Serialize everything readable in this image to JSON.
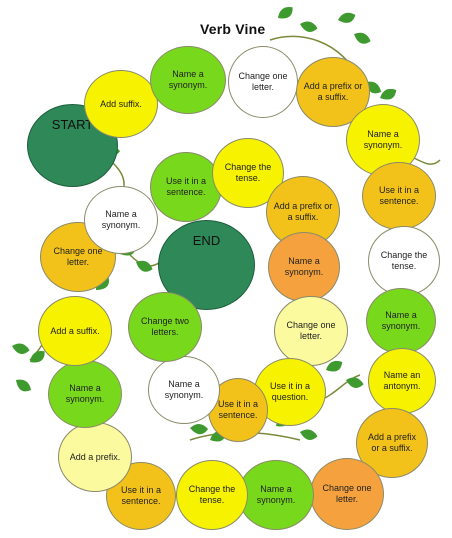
{
  "title": "Verb Vine",
  "colors": {
    "yellow": "#f6f200",
    "light_yellow": "#fbfa9e",
    "green": "#77d81c",
    "gold": "#f2c21a",
    "orange": "#f5a23e",
    "white": "#ffffff",
    "dark_green": "#2e8857",
    "leaf": "#3e9a2e",
    "vine": "#7b8a3a"
  },
  "board": {
    "start_label": "START",
    "end_label": "END",
    "spaces": [
      {
        "text": "Add suffix.",
        "color": "yellow"
      },
      {
        "text": "Name a synonym.",
        "color": "green"
      },
      {
        "text": "Change one letter.",
        "color": "white"
      },
      {
        "text": "Add a prefix or a suffix.",
        "color": "gold"
      },
      {
        "text": "Name a synonym.",
        "color": "yellow"
      },
      {
        "text": "Use it in a sentence.",
        "color": "gold"
      },
      {
        "text": "Change the tense.",
        "color": "white"
      },
      {
        "text": "Name a synonym.",
        "color": "green"
      },
      {
        "text": "Name an antonym.",
        "color": "yellow"
      },
      {
        "text": "Add a prefix or a suffix.",
        "color": "gold"
      },
      {
        "text": "Change one letter.",
        "color": "orange"
      },
      {
        "text": "Name a synonym.",
        "color": "green"
      },
      {
        "text": "Change the tense.",
        "color": "yellow"
      },
      {
        "text": "Use it in a sentence.",
        "color": "gold"
      },
      {
        "text": "Add a prefix.",
        "color": "light_yellow"
      },
      {
        "text": "Name a synonym.",
        "color": "green"
      },
      {
        "text": "Add a suffix.",
        "color": "yellow"
      },
      {
        "text": "Change one letter.",
        "color": "gold"
      },
      {
        "text": "Name a synonym.",
        "color": "white"
      },
      {
        "text": "Use it in a sentence.",
        "color": "green"
      },
      {
        "text": "Change the tense.",
        "color": "yellow"
      },
      {
        "text": "Add a prefix or a suffix.",
        "color": "gold"
      },
      {
        "text": "Name a synonym.",
        "color": "orange"
      },
      {
        "text": "Change one letter.",
        "color": "light_yellow"
      },
      {
        "text": "Use it in a question.",
        "color": "yellow"
      },
      {
        "text": "Use it in a sentence.",
        "color": "gold"
      },
      {
        "text": "Name a synonym.",
        "color": "white"
      },
      {
        "text": "Change two letters.",
        "color": "green"
      }
    ]
  }
}
